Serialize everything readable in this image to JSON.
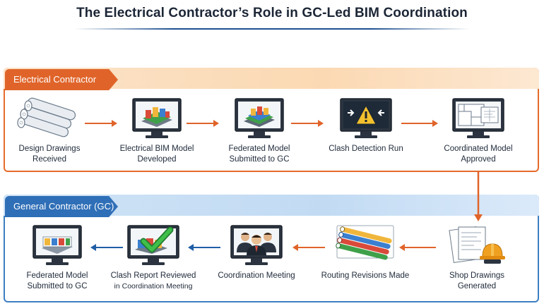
{
  "title": "The Electrical Contractor’s Role in GC-Led BIM Coordination",
  "lanes": {
    "electrical": {
      "label": "Electrical Contractor",
      "color": "#e0642a",
      "steps": [
        {
          "line1": "Design Drawings",
          "line2": "Received",
          "icon": "rolled-drawings-icon"
        },
        {
          "line1": "Electrical BIM Model",
          "line2": "Developed",
          "icon": "bim-model-monitor-icon"
        },
        {
          "line1": "Federated Model",
          "line2": "Submitted to GC",
          "icon": "federated-model-monitor-icon"
        },
        {
          "line1": "Clash Detection Run",
          "line2": "",
          "icon": "warning-monitor-icon"
        },
        {
          "line1": "Coordinated Model",
          "line2": "Approved",
          "icon": "floorplan-monitor-icon"
        }
      ]
    },
    "gc": {
      "label": "General Contractor (GC)",
      "color": "#2f6fb7",
      "steps": [
        {
          "line1": "Federated Model",
          "line2": "Submitted to GC",
          "icon": "federated-model-monitor-icon"
        },
        {
          "line1": "Clash Report Reviewed",
          "line2": "in Coordination Meeting",
          "icon": "checkmark-monitor-icon"
        },
        {
          "line1": "Coordination Meeting",
          "line2": "",
          "icon": "meeting-people-icon"
        },
        {
          "line1": "Routing Revisions Made",
          "line2": "",
          "icon": "conduit-pipes-icon"
        },
        {
          "line1": "Shop Drawings",
          "line2": "Generated",
          "icon": "shop-drawings-hardhat-icon"
        }
      ]
    }
  },
  "colors": {
    "orange_arrow": "#e0642a",
    "blue_arrow": "#1f5ea6"
  }
}
